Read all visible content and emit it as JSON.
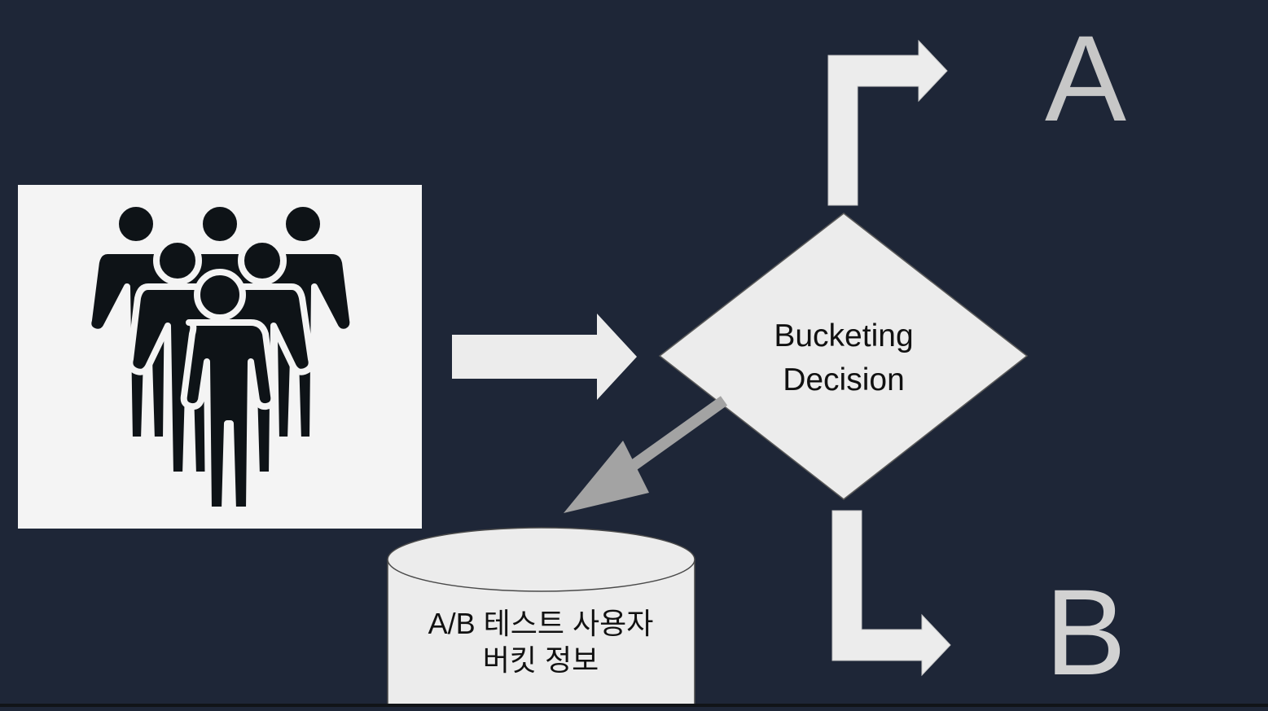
{
  "decision": {
    "line1": "Bucketing",
    "line2": "Decision"
  },
  "outcome_a": "A",
  "outcome_b": "B",
  "storage": {
    "line1": "A/B 테스트 사용자",
    "line2": "버킷 정보"
  },
  "icons": {
    "users": "people-group-icon"
  },
  "colors": {
    "background": "#1e2637",
    "shape_fill": "#ececec",
    "panel_fill": "#f4f4f4",
    "silhouette": "#0e1317",
    "gray_arrow": "#a3a3a3",
    "letter_a": "#c7c7c7",
    "letter_b": "#d2d2d2",
    "text_dark": "#111111"
  }
}
